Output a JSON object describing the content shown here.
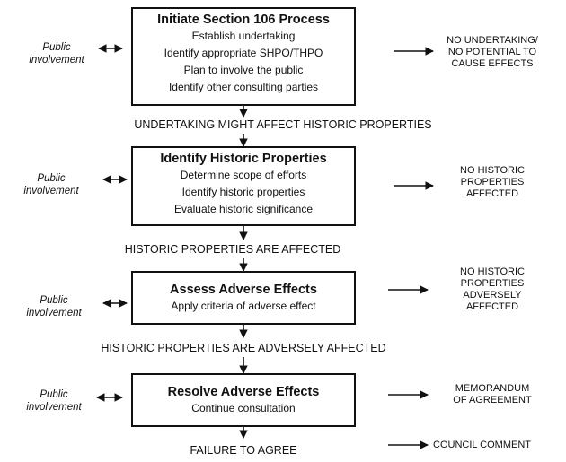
{
  "steps": [
    {
      "title": "Initiate Section 106 Process",
      "lines": [
        "Establish undertaking",
        "Identify appropriate SHPO/THPO",
        "Plan to involve the public",
        "Identify other consulting parties"
      ],
      "right": [
        "NO UNDERTAKING/",
        "NO POTENTIAL TO",
        "CAUSE EFFECTS"
      ]
    },
    {
      "title": "Identify Historic Properties",
      "lines": [
        "Determine scope of efforts",
        "Identify historic properties",
        "Evaluate historic significance"
      ],
      "right": [
        "NO HISTORIC",
        "PROPERTIES",
        "AFFECTED"
      ]
    },
    {
      "title": "Assess Adverse Effects",
      "lines": [
        "Apply criteria of adverse effect"
      ],
      "right": [
        "NO HISTORIC",
        "PROPERTIES",
        "ADVERSELY",
        "AFFECTED"
      ]
    },
    {
      "title": "Resolve Adverse Effects",
      "lines": [
        "Continue consultation"
      ],
      "right": [
        "MEMORANDUM",
        "OF AGREEMENT"
      ]
    }
  ],
  "public_involvement": [
    "Public",
    "involvement"
  ],
  "connectors": [
    "UNDERTAKING MIGHT AFFECT HISTORIC PROPERTIES",
    "HISTORIC PROPERTIES ARE AFFECTED",
    "HISTORIC PROPERTIES ARE ADVERSELY AFFECTED",
    "FAILURE TO AGREE"
  ],
  "final_outcome": "COUNCIL COMMENT",
  "colors": {
    "ink": "#111111",
    "background": "#ffffff"
  }
}
